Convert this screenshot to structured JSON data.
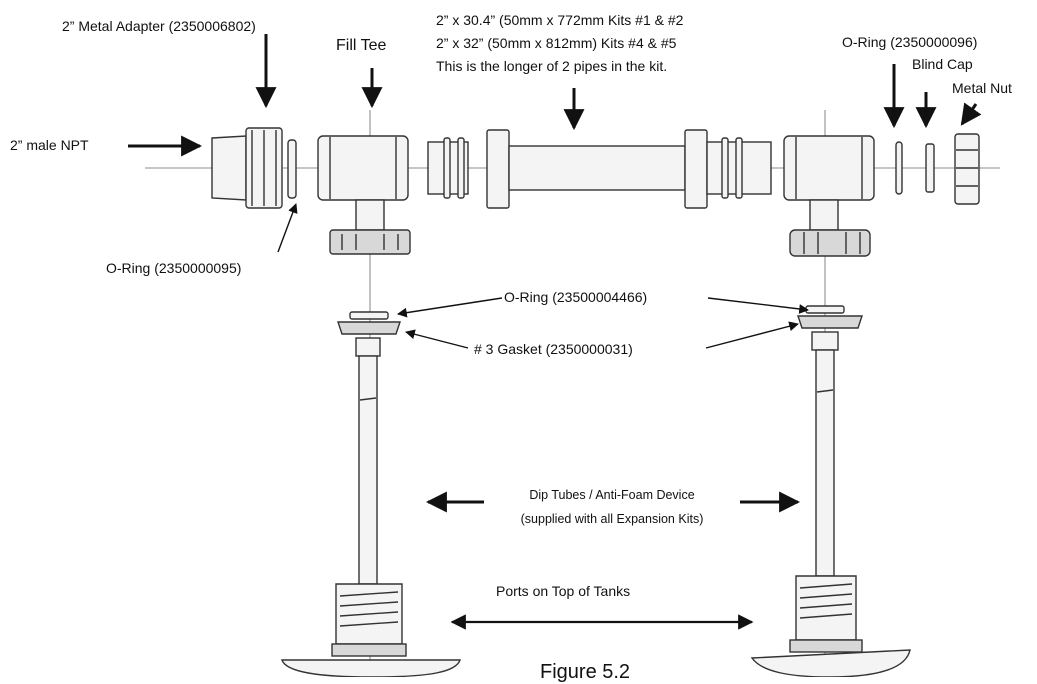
{
  "labels": {
    "metal_adapter": "2” Metal Adapter  (2350006802)",
    "fill_tee": "Fill Tee",
    "pipe_line1": "2” x 30.4” (50mm x 772mm Kits #1 & #2",
    "pipe_line2": "2” x 32” (50mm x 812mm) Kits #4 & #5",
    "pipe_line3": "This is the longer of 2 pipes in the kit.",
    "oring_96": "O-Ring (2350000096)",
    "blind_cap": "Blind Cap",
    "metal_nut": "Metal Nut",
    "male_npt": "2” male NPT",
    "oring_95": "O-Ring (2350000095)",
    "oring_4466": "O-Ring (23500004466)",
    "gasket": "# 3 Gasket (2350000031)",
    "dip_line1": "Dip Tubes / Anti-Foam Device",
    "dip_line2": "(supplied with all Expansion Kits)",
    "ports": "Ports on Top of Tanks",
    "figure": "Figure 5.2"
  },
  "colors": {
    "ink": "#111111",
    "part_stroke": "#333333",
    "part_fill": "#f4f4f4",
    "shade": "#d8d8d8"
  }
}
